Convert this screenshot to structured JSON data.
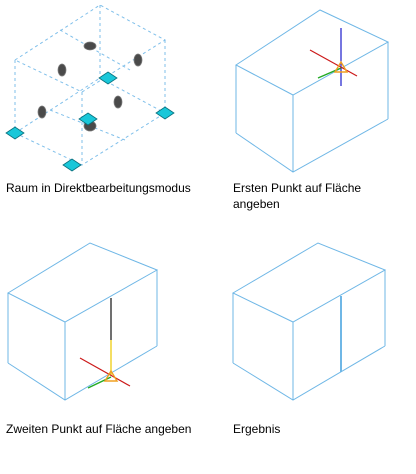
{
  "panels": [
    {
      "id": "raum",
      "caption": "Raum in Direktbearbeitungsmodus"
    },
    {
      "id": "erster",
      "caption": "Ersten Punkt auf Fläche angeben"
    },
    {
      "id": "zweiter",
      "caption": "Zweiten Punkt auf Fläche angeben"
    },
    {
      "id": "ergebnis",
      "caption": "Ergebnis"
    }
  ],
  "colors": {
    "edge": "#6fb7e6",
    "grip": "#19c7d9",
    "axis_x": "#cc1a1a",
    "axis_y": "#22aa22",
    "axis_z": "#1a1acc",
    "snap": "#f0a020"
  }
}
